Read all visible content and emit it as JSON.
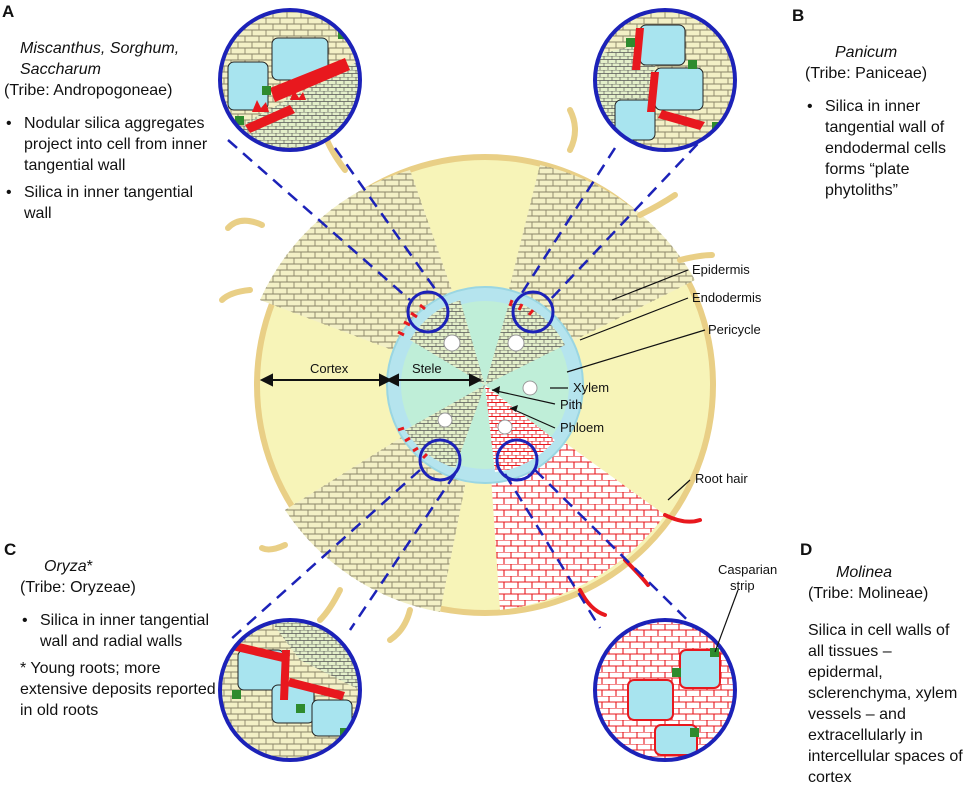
{
  "panels": {
    "A": {
      "letter": "A",
      "taxa": "Miscanthus, Sorghum, Saccharum",
      "tribe": "(Tribe: Andropogoneae)",
      "bullets": [
        "Nodular silica aggregates project into cell from inner tangential wall",
        "Silica in inner tangential wall"
      ]
    },
    "B": {
      "letter": "B",
      "taxa": "Panicum",
      "tribe": "(Tribe: Paniceae)",
      "bullets": [
        "Silica in inner tangential wall of endodermal cells forms “plate phytoliths”"
      ]
    },
    "C": {
      "letter": "C",
      "taxa": "Oryza",
      "taxa_suffix": "*",
      "tribe": "(Tribe: Oryzeae)",
      "bullets": [
        "Silica in inner tangential wall and radial walls"
      ],
      "note": "* Young roots; more extensive deposits reported in old roots"
    },
    "D": {
      "letter": "D",
      "taxa": "Molinea",
      "tribe": "(Tribe: Molineae)",
      "text": "Silica in cell walls of all tissues – epidermal, sclerenchyma, xylem vessels – and extracellularly in intercellular spaces of cortex"
    }
  },
  "labels": {
    "epidermis": "Epidermis",
    "endodermis": "Endodermis",
    "pericycle": "Pericycle",
    "xylem": "Xylem",
    "pith": "Pith",
    "phloem": "Phloem",
    "root_hair": "Root hair",
    "casparian_line1": "Casparian",
    "casparian_line2": "strip",
    "cortex": "Cortex",
    "stele": "Stele"
  },
  "colors": {
    "cortex": "#f7f4b8",
    "cortex_edge": "#e9cf86",
    "pericycle": "#b5e4ee",
    "stele": "#bfeed8",
    "silica": "#e8181e",
    "magnifier": "#1c22b8",
    "endodermal_cell": "#a8e4ef",
    "casparian": "#2e8b2e"
  }
}
